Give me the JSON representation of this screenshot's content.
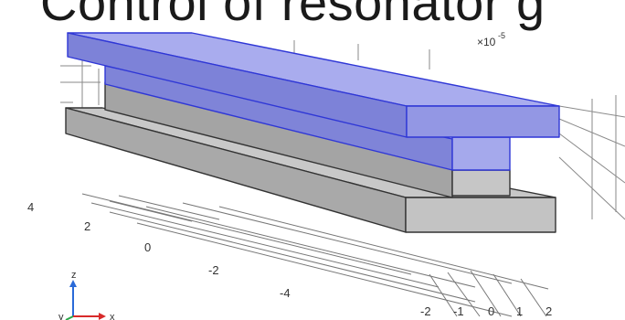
{
  "title": "Control of resonator g",
  "scale_label": {
    "base": "×10",
    "exponent": "-5"
  },
  "axis_ticks": {
    "y_labels": [
      "4",
      "2",
      "0",
      "-2",
      "-4"
    ],
    "x_labels": [
      "-2",
      "-1",
      "0",
      "1",
      "2"
    ]
  },
  "triad": {
    "z_label": "z",
    "x_label": "x",
    "y_label": "y",
    "z_color": "#2a6ad8",
    "x_color": "#d82a2a",
    "y_color": "#2aa84a"
  },
  "colors": {
    "selected_domain": "#8a8fe0",
    "selected_edge": "#2f37d6",
    "substrate": "#c6c6c6",
    "grid": "#777777"
  }
}
